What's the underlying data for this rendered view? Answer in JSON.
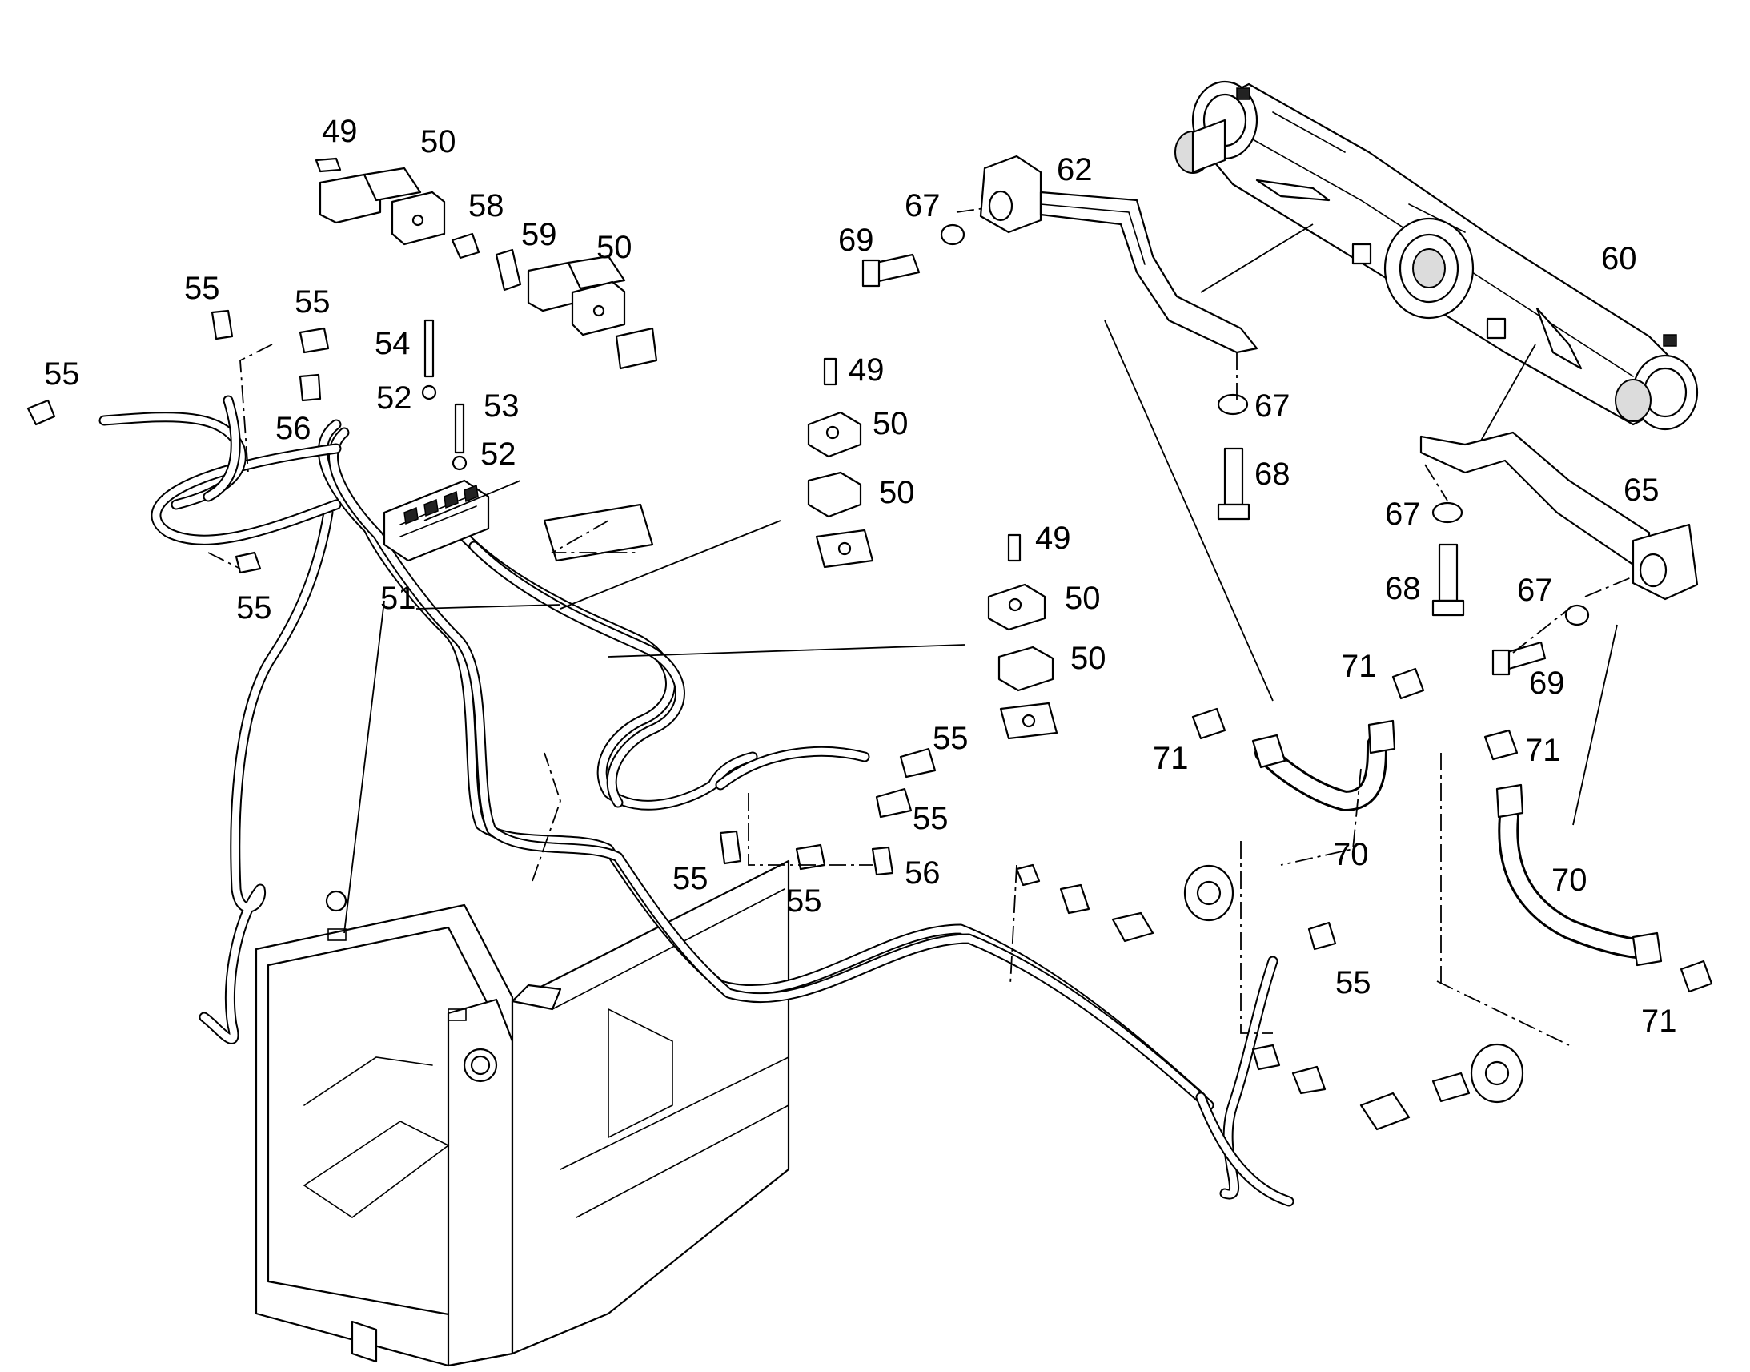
{
  "diagram": {
    "callouts": [
      {
        "id": "c49a",
        "text": "49"
      },
      {
        "id": "c50a",
        "text": "50"
      },
      {
        "id": "c58",
        "text": "58"
      },
      {
        "id": "c59",
        "text": "59"
      },
      {
        "id": "c50b",
        "text": "50"
      },
      {
        "id": "c55a",
        "text": "55"
      },
      {
        "id": "c55b",
        "text": "55"
      },
      {
        "id": "c55c",
        "text": "55"
      },
      {
        "id": "c54",
        "text": "54"
      },
      {
        "id": "c52a",
        "text": "52"
      },
      {
        "id": "c53",
        "text": "53"
      },
      {
        "id": "c52b",
        "text": "52"
      },
      {
        "id": "c56a",
        "text": "56"
      },
      {
        "id": "c55d",
        "text": "55"
      },
      {
        "id": "c51",
        "text": "51"
      },
      {
        "id": "c49b",
        "text": "49"
      },
      {
        "id": "c50c",
        "text": "50"
      },
      {
        "id": "c50d",
        "text": "50"
      },
      {
        "id": "c49c",
        "text": "49"
      },
      {
        "id": "c50e",
        "text": "50"
      },
      {
        "id": "c50f",
        "text": "50"
      },
      {
        "id": "c62",
        "text": "62"
      },
      {
        "id": "c67a",
        "text": "67"
      },
      {
        "id": "c69a",
        "text": "69"
      },
      {
        "id": "c60",
        "text": "60"
      },
      {
        "id": "c67b",
        "text": "67"
      },
      {
        "id": "c68a",
        "text": "68"
      },
      {
        "id": "c65",
        "text": "65"
      },
      {
        "id": "c67c",
        "text": "67"
      },
      {
        "id": "c68b",
        "text": "68"
      },
      {
        "id": "c67d",
        "text": "67"
      },
      {
        "id": "c69b",
        "text": "69"
      },
      {
        "id": "c71a",
        "text": "71"
      },
      {
        "id": "c71b",
        "text": "71"
      },
      {
        "id": "c70a",
        "text": "70"
      },
      {
        "id": "c71c",
        "text": "71"
      },
      {
        "id": "c70b",
        "text": "70"
      },
      {
        "id": "c71d",
        "text": "71"
      },
      {
        "id": "c55e",
        "text": "55"
      },
      {
        "id": "c55f",
        "text": "55"
      },
      {
        "id": "c55g",
        "text": "55"
      },
      {
        "id": "c56b",
        "text": "56"
      },
      {
        "id": "c55h",
        "text": "55"
      },
      {
        "id": "c55i",
        "text": "55"
      }
    ]
  }
}
